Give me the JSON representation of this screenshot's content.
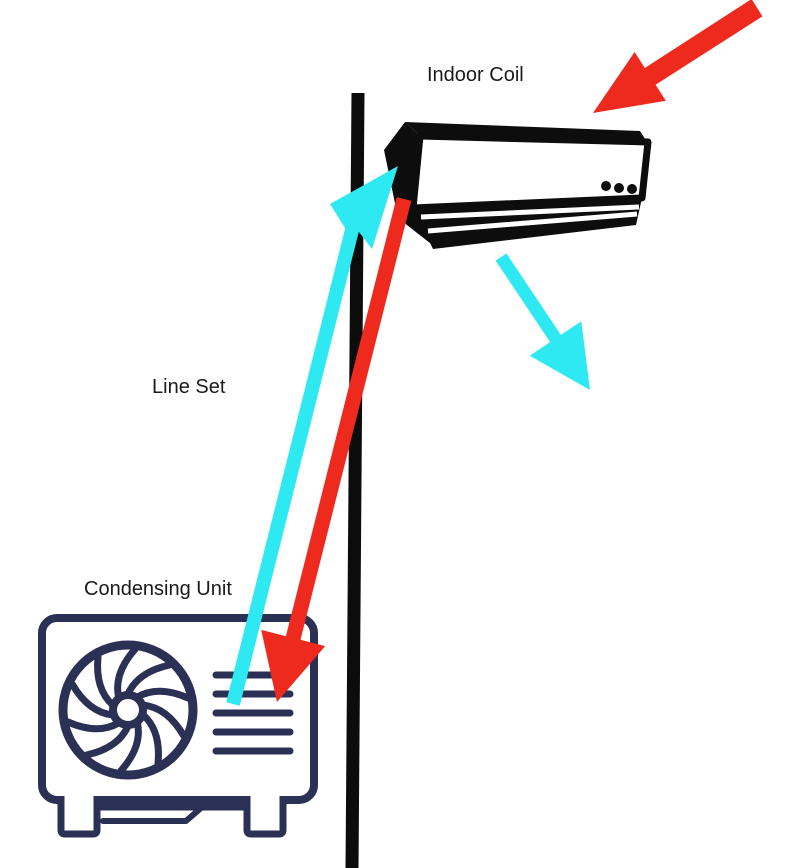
{
  "diagram": {
    "labels": {
      "indoor_coil": "Indoor Coil",
      "line_set": "Line Set",
      "condensing_unit": "Condensing Unit"
    },
    "colors": {
      "refrigerant_hot": "#ee2a1f",
      "refrigerant_cold": "#2fe9f2",
      "wall": "#0c0c0c",
      "condenser_outline": "#2b3055",
      "indoor_unit_outline": "#0d0d0d",
      "label_text": "#1a1a1a",
      "background": "#ffffff"
    },
    "icons": [
      "indoor-unit-icon",
      "condensing-unit-icon",
      "wall-line",
      "red-arrow-inlet",
      "cyan-arrow-outlet",
      "red-arrow-line-set",
      "cyan-arrow-line-set"
    ]
  }
}
